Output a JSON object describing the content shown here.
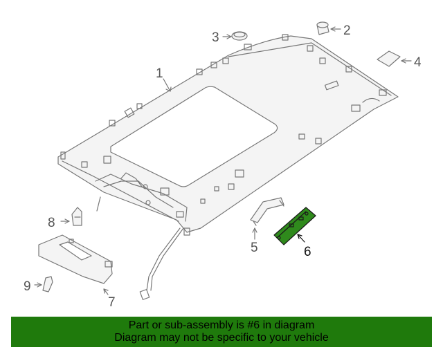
{
  "diagram": {
    "callouts": [
      {
        "id": "1",
        "label": "1"
      },
      {
        "id": "2",
        "label": "2"
      },
      {
        "id": "3",
        "label": "3"
      },
      {
        "id": "4",
        "label": "4"
      },
      {
        "id": "5",
        "label": "5"
      },
      {
        "id": "6",
        "label": "6"
      },
      {
        "id": "7",
        "label": "7"
      },
      {
        "id": "8",
        "label": "8"
      },
      {
        "id": "9",
        "label": "9"
      }
    ],
    "highlighted_part": "6",
    "colors": {
      "line": "#777777",
      "part_fill": "#f4f4f4",
      "highlight_fill": "#2f8a1c",
      "banner_bg": "#1f7a0c"
    }
  },
  "banner": {
    "line1": "Part or sub-assembly is #6 in diagram",
    "line2": "Diagram may not be specific to your vehicle"
  }
}
